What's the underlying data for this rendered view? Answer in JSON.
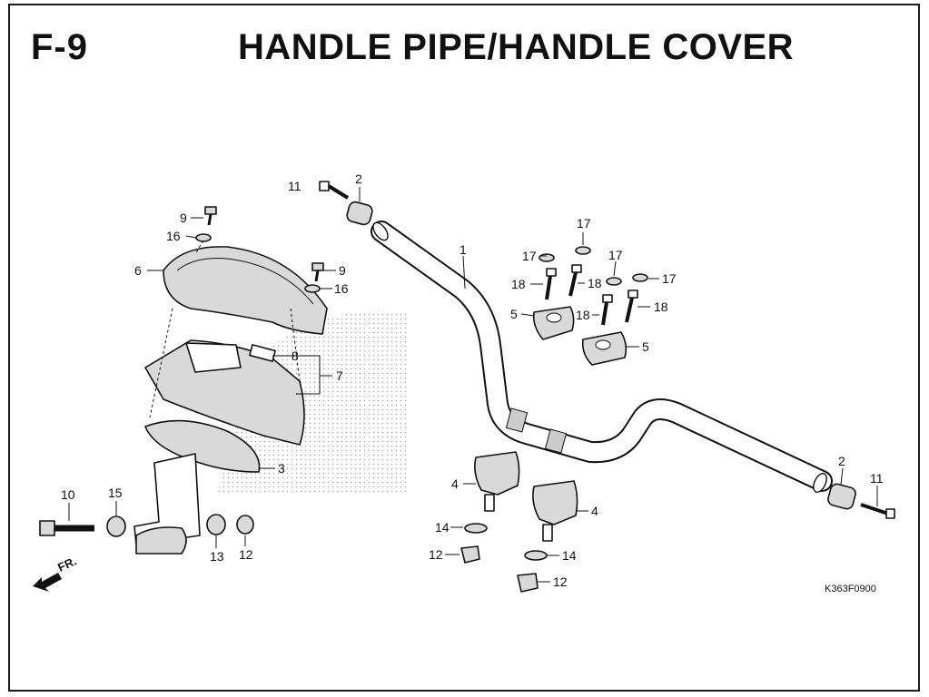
{
  "header": {
    "section_code": "F-9",
    "title": "HANDLE PIPE/HANDLE COVER"
  },
  "diagram": {
    "direction_label": "FR.",
    "diagram_code": "K363F0900",
    "callouts": {
      "c1": "1",
      "c2a": "2",
      "c2b": "2",
      "c3": "3",
      "c4a": "4",
      "c4b": "4",
      "c5a": "5",
      "c5b": "5",
      "c6": "6",
      "c7": "7",
      "c8": "8",
      "c9a": "9",
      "c9b": "9",
      "c10": "10",
      "c11a": "11",
      "c11b": "11",
      "c12a": "12",
      "c12b": "12",
      "c12c": "12",
      "c13": "13",
      "c14a": "14",
      "c14b": "14",
      "c15": "15",
      "c16a": "16",
      "c16b": "16",
      "c17a": "17",
      "c17b": "17",
      "c17c": "17",
      "c17d": "17",
      "c18a": "18",
      "c18b": "18",
      "c18c": "18",
      "c18d": "18"
    }
  }
}
